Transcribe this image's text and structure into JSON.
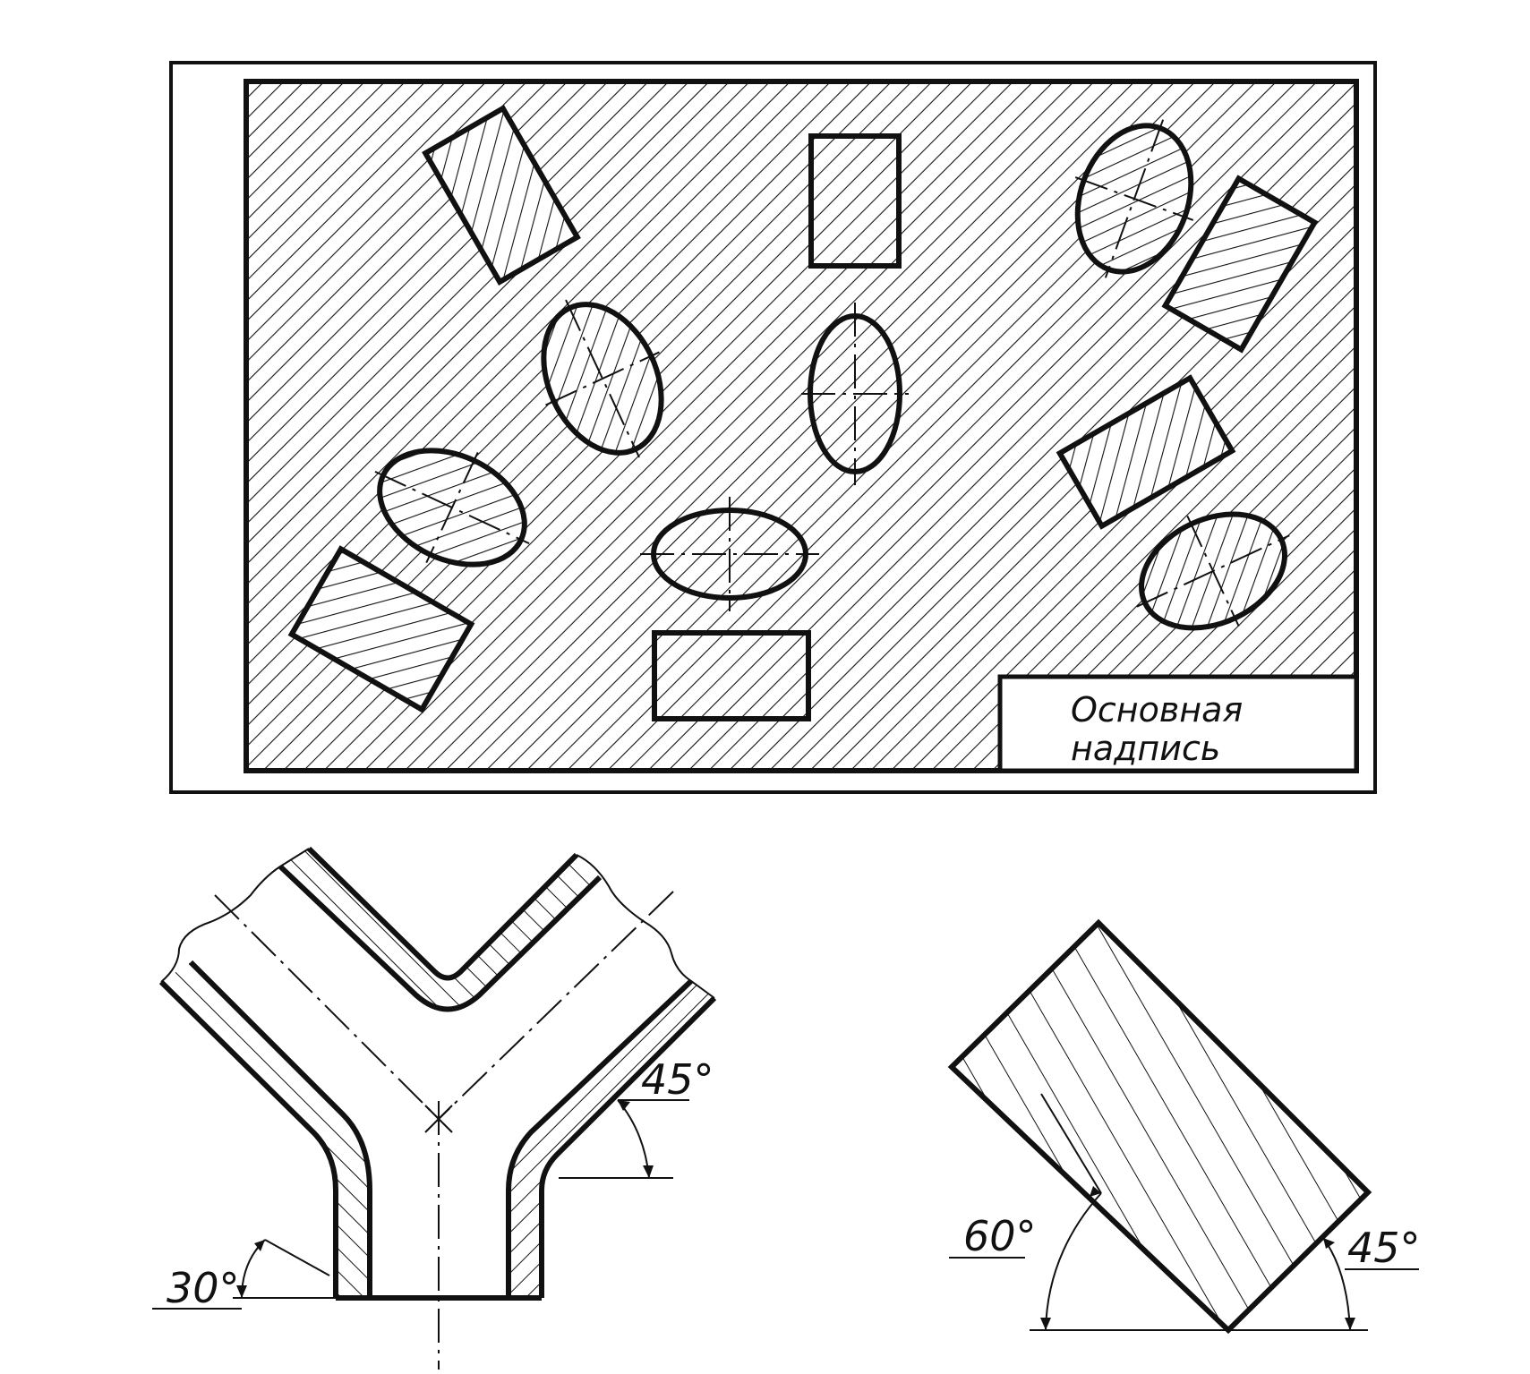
{
  "colors": {
    "ink": "#111111",
    "paper": "#ffffff"
  },
  "sheet": {
    "title_block_line1": "Основная",
    "title_block_line2": "надпись"
  },
  "y_part": {
    "angle_right": "45°",
    "angle_left": "30°"
  },
  "block_part": {
    "angle_left": "60°",
    "angle_right": "45°"
  }
}
